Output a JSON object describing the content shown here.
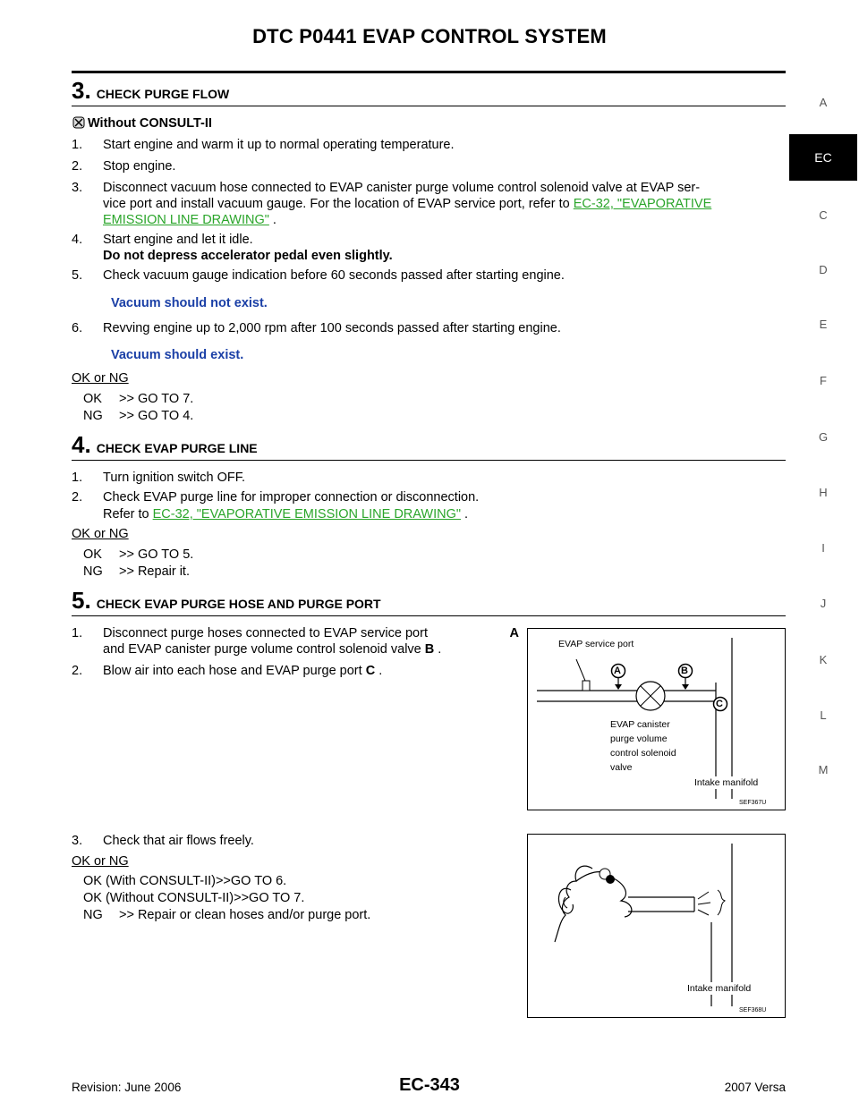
{
  "header": {
    "title": "DTC P0441 EVAP CONTROL SYSTEM"
  },
  "sidetabs": [
    "A",
    "EC",
    "C",
    "D",
    "E",
    "F",
    "G",
    "H",
    "I",
    "J",
    "K",
    "L",
    "M"
  ],
  "step3": {
    "number": "3.",
    "title": "CHECK PURGE FLOW",
    "mode": "Without CONSULT-II",
    "s1": "Start engine and warm it up to normal operating temperature.",
    "s2": "Stop engine.",
    "s3a": "Disconnect vacuum hose connected to EVAP canister purge volume control solenoid valve at EVAP ser-",
    "s3b": "vice port and install vacuum gauge. For the location of EVAP service port, refer to",
    "s3link1": "EC-32, \"EVAPORATIVE",
    "s3link2": "EMISSION LINE DRAWING\"",
    "s3end": " .",
    "s4a": "Start engine and let it idle.",
    "s4b": "Do not depress accelerator pedal even slightly.",
    "s5": "Check vacuum gauge indication before 60 seconds passed after starting engine.",
    "s5spec": "Vacuum should not exist.",
    "s6": "Revving engine up to 2,000 rpm after 100 seconds passed after starting engine.",
    "s6spec": "Vacuum should exist.",
    "okng": "OK or NG",
    "ok": ">> GO TO 7.",
    "ng": ">> GO TO 4."
  },
  "step4": {
    "number": "4.",
    "title": "CHECK EVAP PURGE LINE",
    "s1": "Turn ignition switch OFF.",
    "s2a": "Check EVAP purge line for improper connection or disconnection.",
    "s2b": "Refer to ",
    "s2link": "EC-32, \"EVAPORATIVE EMISSION LINE DRAWING\"",
    "s2end": " .",
    "okng": "OK or NG",
    "ok": ">> GO TO 5.",
    "ng": ">> Repair it."
  },
  "step5": {
    "number": "5.",
    "title": "CHECK EVAP PURGE HOSE AND PURGE PORT",
    "s1a": "Disconnect purge hoses connected to EVAP service port",
    "s1a_bold": "A",
    "s1b": "and EVAP canister purge volume control solenoid valve",
    "s1b_bold": "B",
    "s1b_end": " .",
    "s2": "Blow air into each hose and EVAP purge port",
    "s2_bold": "C",
    "s2_end": " .",
    "s3": "Check that air flows freely.",
    "okng": "OK or NG",
    "r1": "OK (With CONSULT-II)>>GO TO 6.",
    "r2": "OK (Without CONSULT-II)>>GO TO 7.",
    "r3label": "NG",
    "r3": ">> Repair or clean hoses and/or purge port."
  },
  "figure1": {
    "service_port": "EVAP service port",
    "marker_a": "A",
    "marker_b": "B",
    "marker_c": "C",
    "valve_l1": "EVAP canister",
    "valve_l2": "purge volume",
    "valve_l3": "control solenoid",
    "valve_l4": "valve",
    "manifold": "Intake manifold",
    "code": "SEF367U"
  },
  "figure2": {
    "manifold": "Intake manifold",
    "code": "SEF368U"
  },
  "footer": {
    "revision": "Revision: June 2006",
    "page": "EC-343",
    "model": "2007 Versa"
  }
}
